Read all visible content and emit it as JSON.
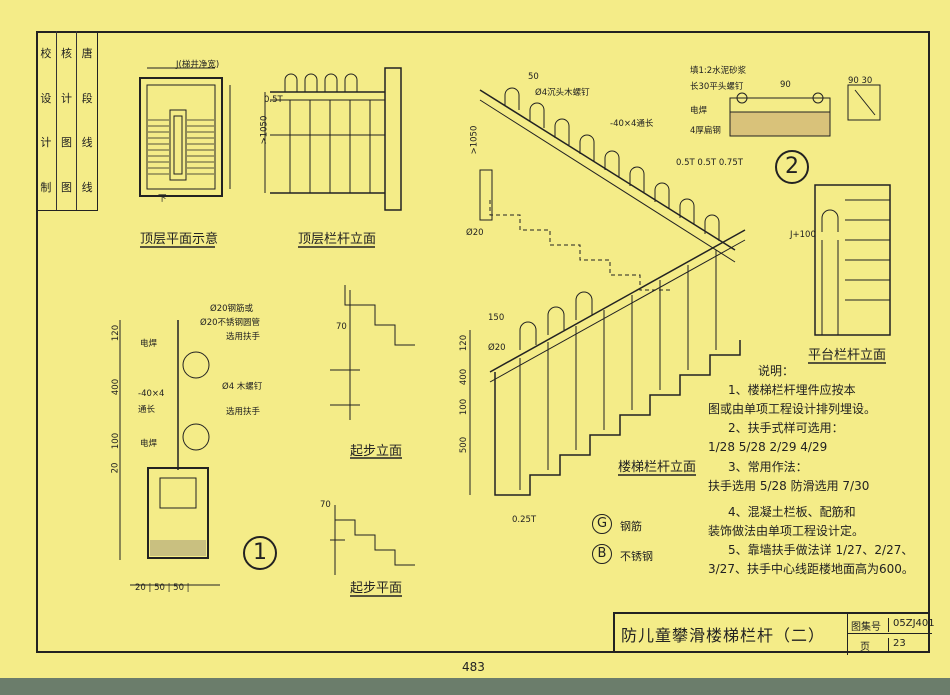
{
  "sig": {
    "c1": [
      "校",
      "设",
      "计",
      "制"
    ],
    "c2": [
      "核",
      "计",
      "图",
      "图"
    ],
    "c3": [
      "唐",
      "段",
      "线",
      "线"
    ]
  },
  "views": {
    "top_floor_plan": "顶层平面示意",
    "top_railing_elevation": "顶层栏杆立面",
    "start_elevation": "起步立面",
    "start_plan": "起步平面",
    "stair_railing_elevation": "楼梯栏杆立面",
    "platform_railing_elevation": "平台栏杆立面"
  },
  "annotations": {
    "stairwell_width": "J(梯井净宽)",
    "down": "下",
    "t05": "0.5T",
    "h1050": ">1050",
    "wood_screw": "Ø4沉头木螺钉",
    "flat_bar_long": "-40×4通长",
    "phi20": "Ø20",
    "d150": "150",
    "t025": "0.25T",
    "cement_mortar": "填1:2水泥砂浆",
    "flat_nail": "长30平头螺钉",
    "weld": "电焊",
    "flat_steel": "4厚扁钢",
    "d90": "90",
    "d90_30": "90 30",
    "spacing": "0.5T  0.5T  0.75T",
    "j100": "J+100",
    "steel_or": "Ø20钢筋或",
    "stainless_pipe": "Ø20不锈钢圆管",
    "select_rail": "选用扶手",
    "flat_bar": "-40×4",
    "full_length": "通长",
    "wood_screw_4": "Ø4 木螺钉",
    "d70": "70",
    "bottom_dims": "20 | 50 | 50 |"
  },
  "dims": {
    "d120": "120",
    "d400": "400",
    "d100": "100",
    "d20": "20",
    "d500": "500",
    "d50": "50"
  },
  "marks": {
    "one": "1",
    "two": "2"
  },
  "legend": {
    "g_symbol": "G",
    "g_text": "钢筋",
    "b_symbol": "B",
    "b_text": "不锈钢"
  },
  "notes": {
    "title": "说明：",
    "n1a": "1、楼梯栏杆埋件应按本",
    "n1b": "图或由单项工程设计排列埋设。",
    "n2": "2、扶手式样可选用：",
    "n2_refs": "1/28   5/28   2/29   4/29",
    "n3": "3、常用作法：",
    "n3_detail": "扶手选用 5/28   防滑选用 7/30",
    "n4a": "4、混凝土栏板、配筋和",
    "n4b": "装饰做法由单项工程设计定。",
    "n5a": "5、靠墙扶手做法详 1/27、2/27、",
    "n5b": "3/27、扶手中心线距楼地面高为600。"
  },
  "title_block": {
    "title": "防儿童攀滑楼梯栏杆（二）",
    "atlas_label": "图集号",
    "atlas_value": "05ZJ401",
    "page_label": "页",
    "page_value": "23"
  },
  "page_number": "483"
}
